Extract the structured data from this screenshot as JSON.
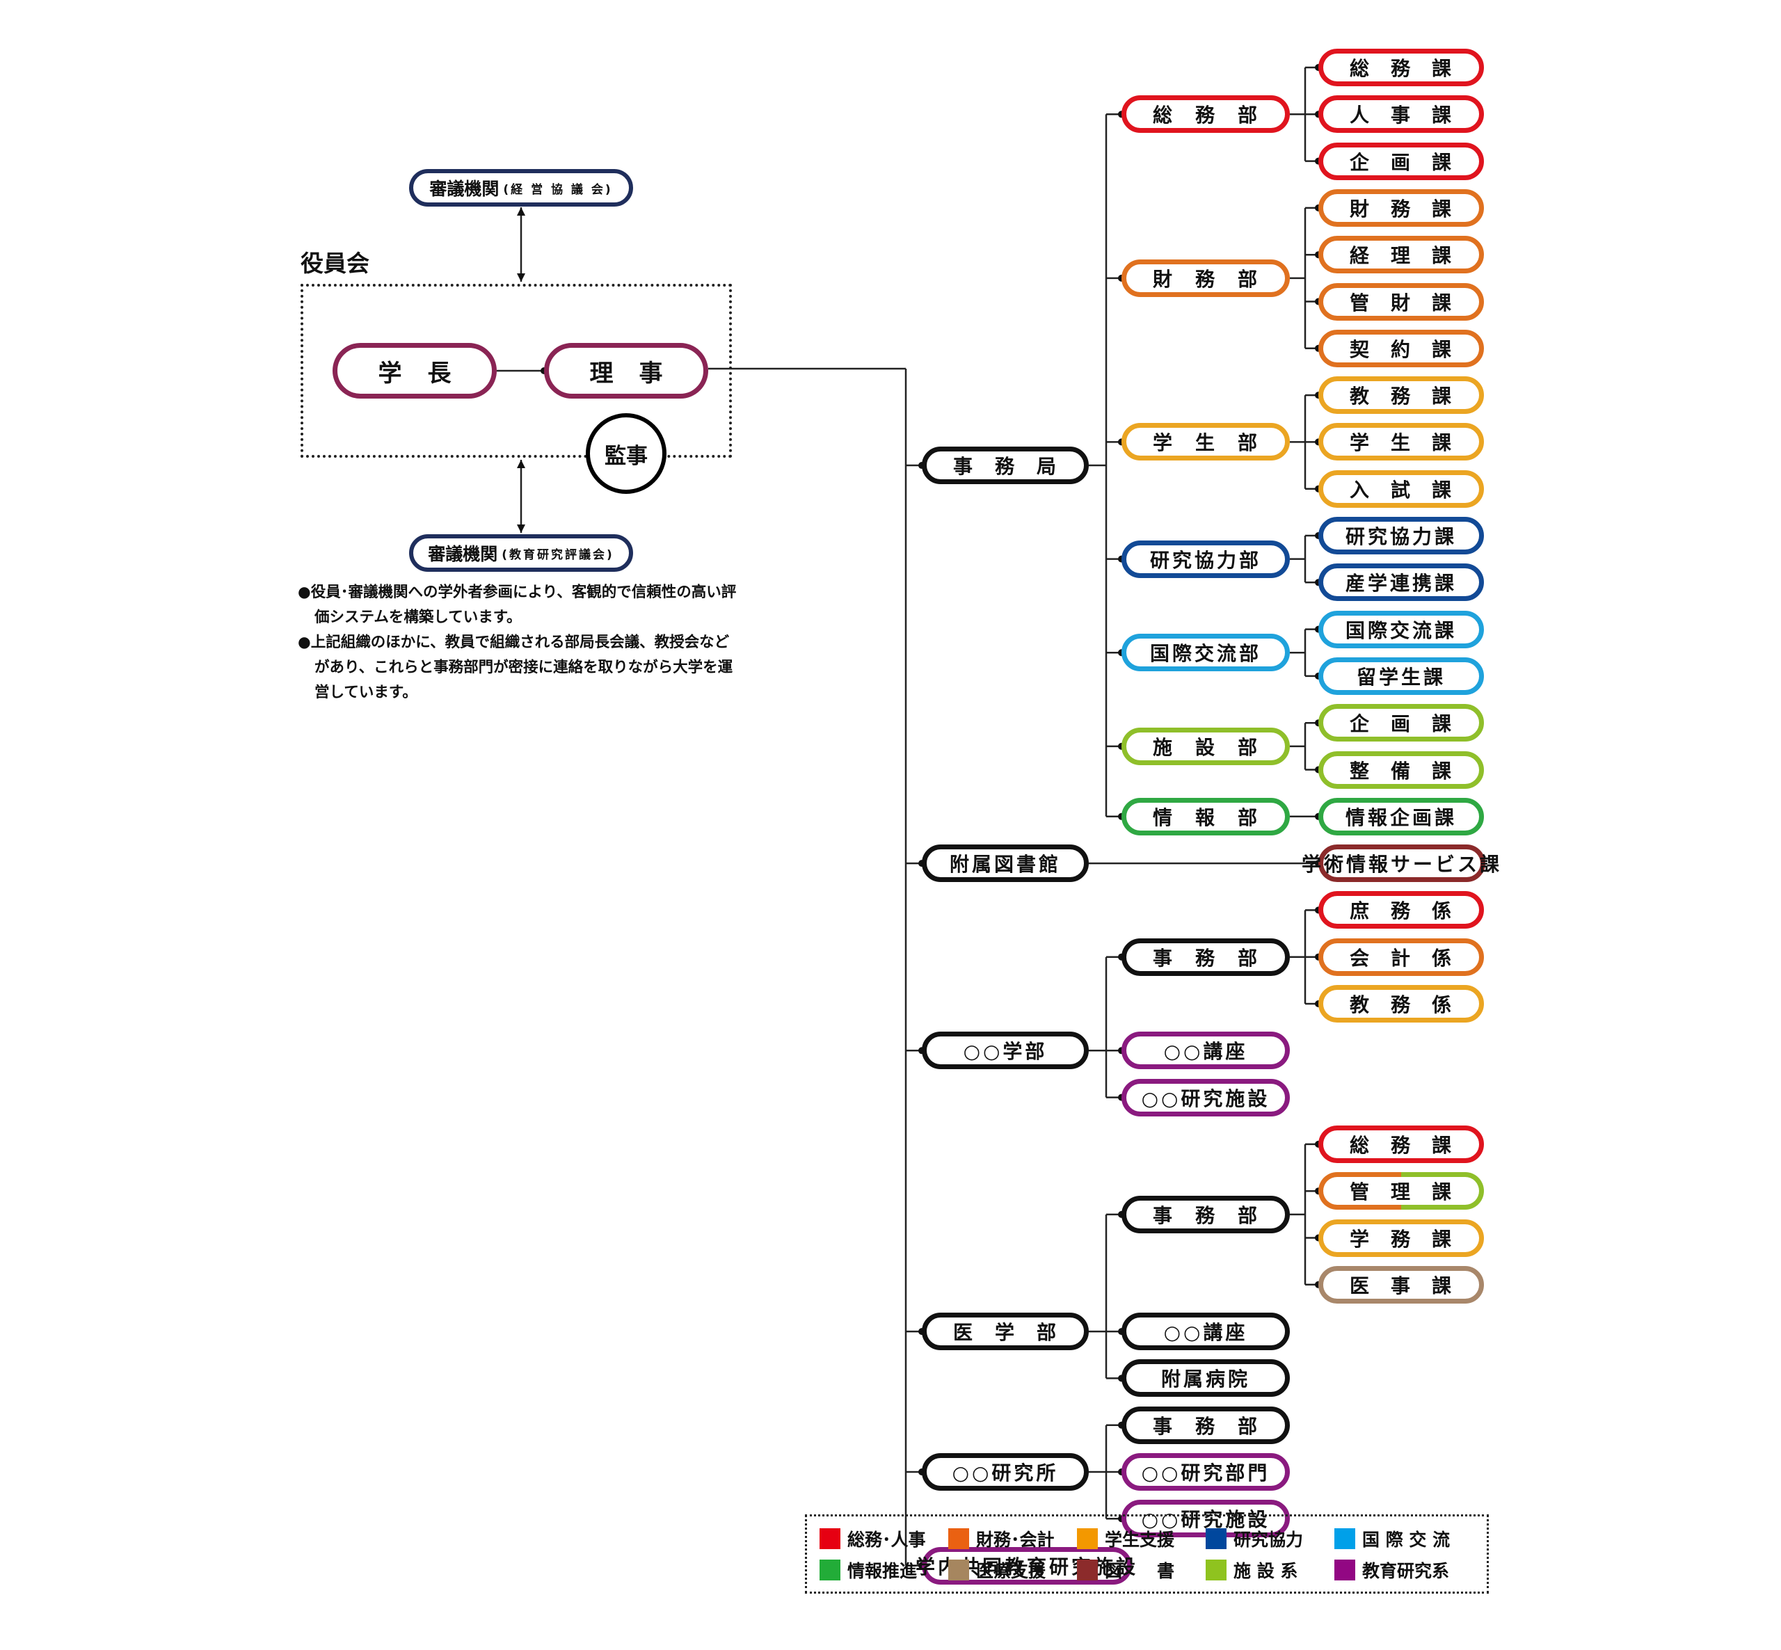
{
  "board": {
    "label": "役員会",
    "president": [
      "学",
      "長"
    ],
    "director": [
      "理",
      "事"
    ],
    "auditor": "監事"
  },
  "councils": [
    {
      "main": "審議機関",
      "sub": "(経 営 協 議 会)"
    },
    {
      "main": "審議機関",
      "sub": "(教育研究評議会)"
    }
  ],
  "notes": [
    "●役員･審議機関への学外者参画により、客観的で信頼性の高い評価システムを構築しています。",
    "●上記組織のほかに、教員で組織される部局長会議、教授会などがあり、これらと事務部門が密接に連絡を取りながら大学を運営しています。"
  ],
  "colors": {
    "soumu": "#e0141e",
    "zaimu": "#e0711f",
    "gakusei": "#eba522",
    "kenkyu": "#124a96",
    "kokusai": "#1fa2dc",
    "joho": "#2fa843",
    "iryo": "#a8876a",
    "tosho": "#8b2a2a",
    "shisetsu": "#8fbf2a",
    "kyoiku": "#8a1a7f",
    "black": "#111111",
    "exec": "#8a2454",
    "council": "#1f2e5c"
  },
  "tree": [
    {
      "label": "事　務　局",
      "color": "black",
      "children": [
        {
          "label": "総　務　部",
          "color": "soumu",
          "children": [
            {
              "label": "総　務　課",
              "color": "soumu"
            },
            {
              "label": "人　事　課",
              "color": "soumu"
            },
            {
              "label": "企　画　課",
              "color": "soumu"
            }
          ]
        },
        {
          "label": "財　務　部",
          "color": "zaimu",
          "children": [
            {
              "label": "財　務　課",
              "color": "zaimu"
            },
            {
              "label": "経　理　課",
              "color": "zaimu"
            },
            {
              "label": "管　財　課",
              "color": "zaimu"
            },
            {
              "label": "契　約　課",
              "color": "zaimu"
            }
          ]
        },
        {
          "label": "学　生　部",
          "color": "gakusei",
          "children": [
            {
              "label": "教　務　課",
              "color": "gakusei"
            },
            {
              "label": "学　生　課",
              "color": "gakusei"
            },
            {
              "label": "入　試　課",
              "color": "gakusei"
            }
          ]
        },
        {
          "label": "研究協力部",
          "color": "kenkyu",
          "children": [
            {
              "label": "研究協力課",
              "color": "kenkyu"
            },
            {
              "label": "産学連携課",
              "color": "kenkyu"
            }
          ]
        },
        {
          "label": "国際交流部",
          "color": "kokusai",
          "children": [
            {
              "label": "国際交流課",
              "color": "kokusai"
            },
            {
              "label": "留学生課",
              "color": "kokusai"
            }
          ]
        },
        {
          "label": "施　設　部",
          "color": "shisetsu",
          "children": [
            {
              "label": "企　画　課",
              "color": "shisetsu"
            },
            {
              "label": "整　備　課",
              "color": "shisetsu"
            }
          ]
        },
        {
          "label": "情　報　部",
          "color": "joho",
          "children": [
            {
              "label": "情報企画課",
              "color": "joho"
            }
          ]
        }
      ]
    },
    {
      "label": "附属図書館",
      "color": "black",
      "direct": {
        "label": "学術情報サービス課",
        "color": "tosho"
      }
    },
    {
      "label": "○○学部",
      "color": "black",
      "children": [
        {
          "label": "事　務　部",
          "color": "black",
          "children": [
            {
              "label": "庶　務　係",
              "color": "soumu"
            },
            {
              "label": "会　計　係",
              "color": "zaimu"
            },
            {
              "label": "教　務　係",
              "color": "gakusei"
            }
          ]
        },
        {
          "label": "○○講座",
          "color": "kyoiku"
        },
        {
          "label": "○○研究施設",
          "color": "kyoiku"
        }
      ]
    },
    {
      "label": "医　学　部",
      "color": "black",
      "children": [
        {
          "label": "事　務　部",
          "color": "black",
          "children": [
            {
              "label": "総　務　課",
              "color": "soumu"
            },
            {
              "label": "管　理　課",
              "color": "zaimu",
              "color2": "shisetsu"
            },
            {
              "label": "学　務　課",
              "color": "gakusei"
            },
            {
              "label": "医　事　課",
              "color": "iryo"
            }
          ]
        },
        {
          "label": "○○講座",
          "color": "black"
        },
        {
          "label": "附属病院",
          "color": "black"
        }
      ]
    },
    {
      "label": "○○研究所",
      "color": "black",
      "children": [
        {
          "label": "事　務　部",
          "color": "black"
        },
        {
          "label": "○○研究部門",
          "color": "kyoiku"
        },
        {
          "label": "○○研究施設",
          "color": "kyoiku"
        }
      ]
    },
    {
      "label": "学内共同教育研究施設",
      "color": "kyoiku"
    }
  ],
  "legend": [
    {
      "label": "総務･人事",
      "color": "#e60012"
    },
    {
      "label": "財務･会計",
      "color": "#ea6112"
    },
    {
      "label": "学生支援",
      "color": "#f39800"
    },
    {
      "label": "研究協力",
      "color": "#00479d"
    },
    {
      "label": "国 際 交 流",
      "color": "#00a0e9"
    },
    {
      "label": "情報推進",
      "color": "#22ac38"
    },
    {
      "label": "医療支援",
      "color": "#a6865f"
    },
    {
      "label": "図　　書",
      "color": "#8c2b2b"
    },
    {
      "label": "施 設 系",
      "color": "#8fc31f"
    },
    {
      "label": "教育研究系",
      "color": "#920783"
    }
  ]
}
